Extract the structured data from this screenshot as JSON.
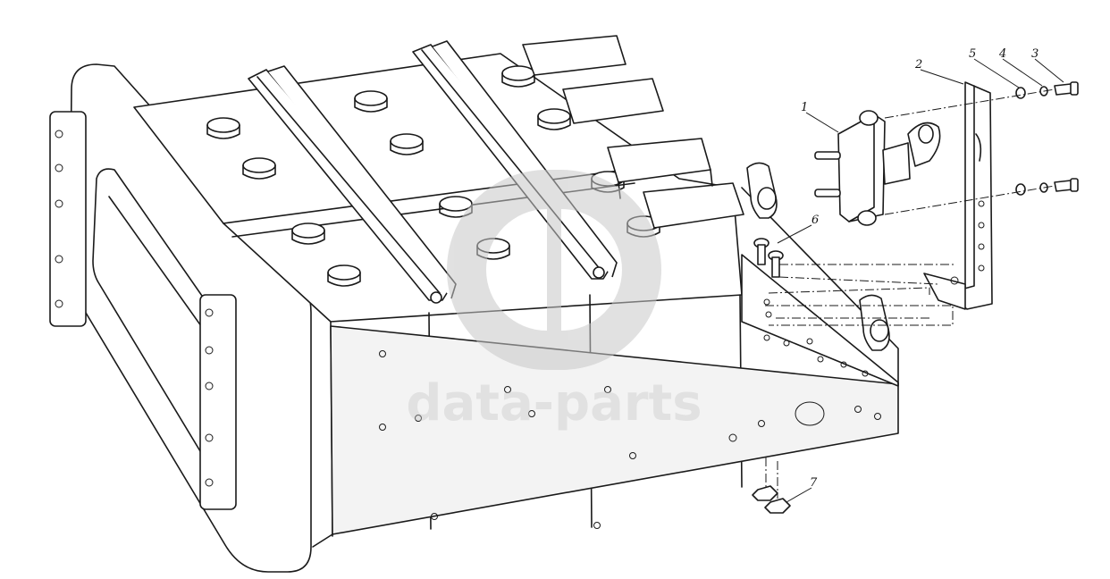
{
  "diagram": {
    "callouts": [
      {
        "id": "c1",
        "label": "1"
      },
      {
        "id": "c2",
        "label": "2"
      },
      {
        "id": "c3",
        "label": "3"
      },
      {
        "id": "c4",
        "label": "4"
      },
      {
        "id": "c5",
        "label": "5"
      },
      {
        "id": "c6",
        "label": "6"
      },
      {
        "id": "c7",
        "label": "7"
      }
    ]
  },
  "watermark": {
    "text": "data-parts",
    "color": "#c8c8c8"
  }
}
